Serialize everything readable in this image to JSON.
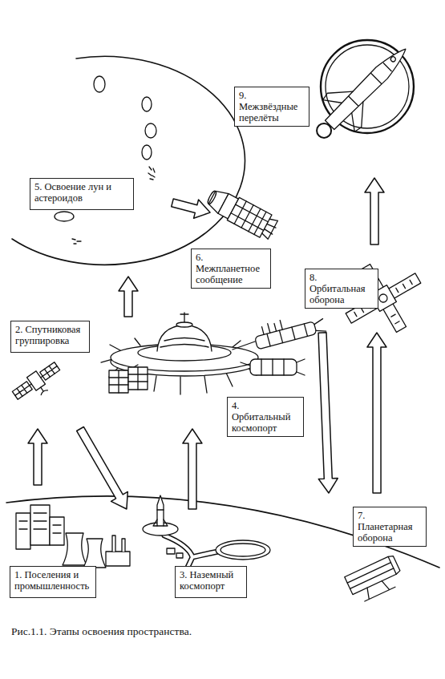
{
  "diagram": {
    "caption": "Рис.1.1. Этапы освоения пространства.",
    "nodes": [
      {
        "text": [
          "9. Межзвёздные перелёты"
        ]
      },
      {
        "text": [
          "5. Освоение лун и астероидов"
        ]
      },
      {
        "text": [
          "6. Межпланетное сообщение"
        ]
      },
      {
        "text": [
          "8. Орбитальная оборона"
        ]
      },
      {
        "text": [
          "2. Спутниковая группировка"
        ]
      },
      {
        "text": [
          "4. Орбитальный космопорт"
        ]
      },
      {
        "text": [
          "7. Планетарная оборона"
        ]
      },
      {
        "text": [
          "1. Поселения и промышленность"
        ]
      },
      {
        "text": [
          "3. Наземный космопорт"
        ]
      }
    ],
    "edges": [
      {
        "from": 7,
        "to": 4,
        "arrow": "to"
      },
      {
        "from": 4,
        "to": 8,
        "arrow": "to"
      },
      {
        "from": 8,
        "to": 5,
        "arrow": "to"
      },
      {
        "from": 5,
        "to": 1,
        "arrow": "to"
      },
      {
        "from": 1,
        "to": 2,
        "arrow": "to"
      },
      {
        "from": 6,
        "to": 3,
        "arrow": "to"
      },
      {
        "from": 3,
        "to": 6,
        "arrow": "to"
      },
      {
        "from": 3,
        "to": 0,
        "arrow": "to"
      }
    ]
  }
}
